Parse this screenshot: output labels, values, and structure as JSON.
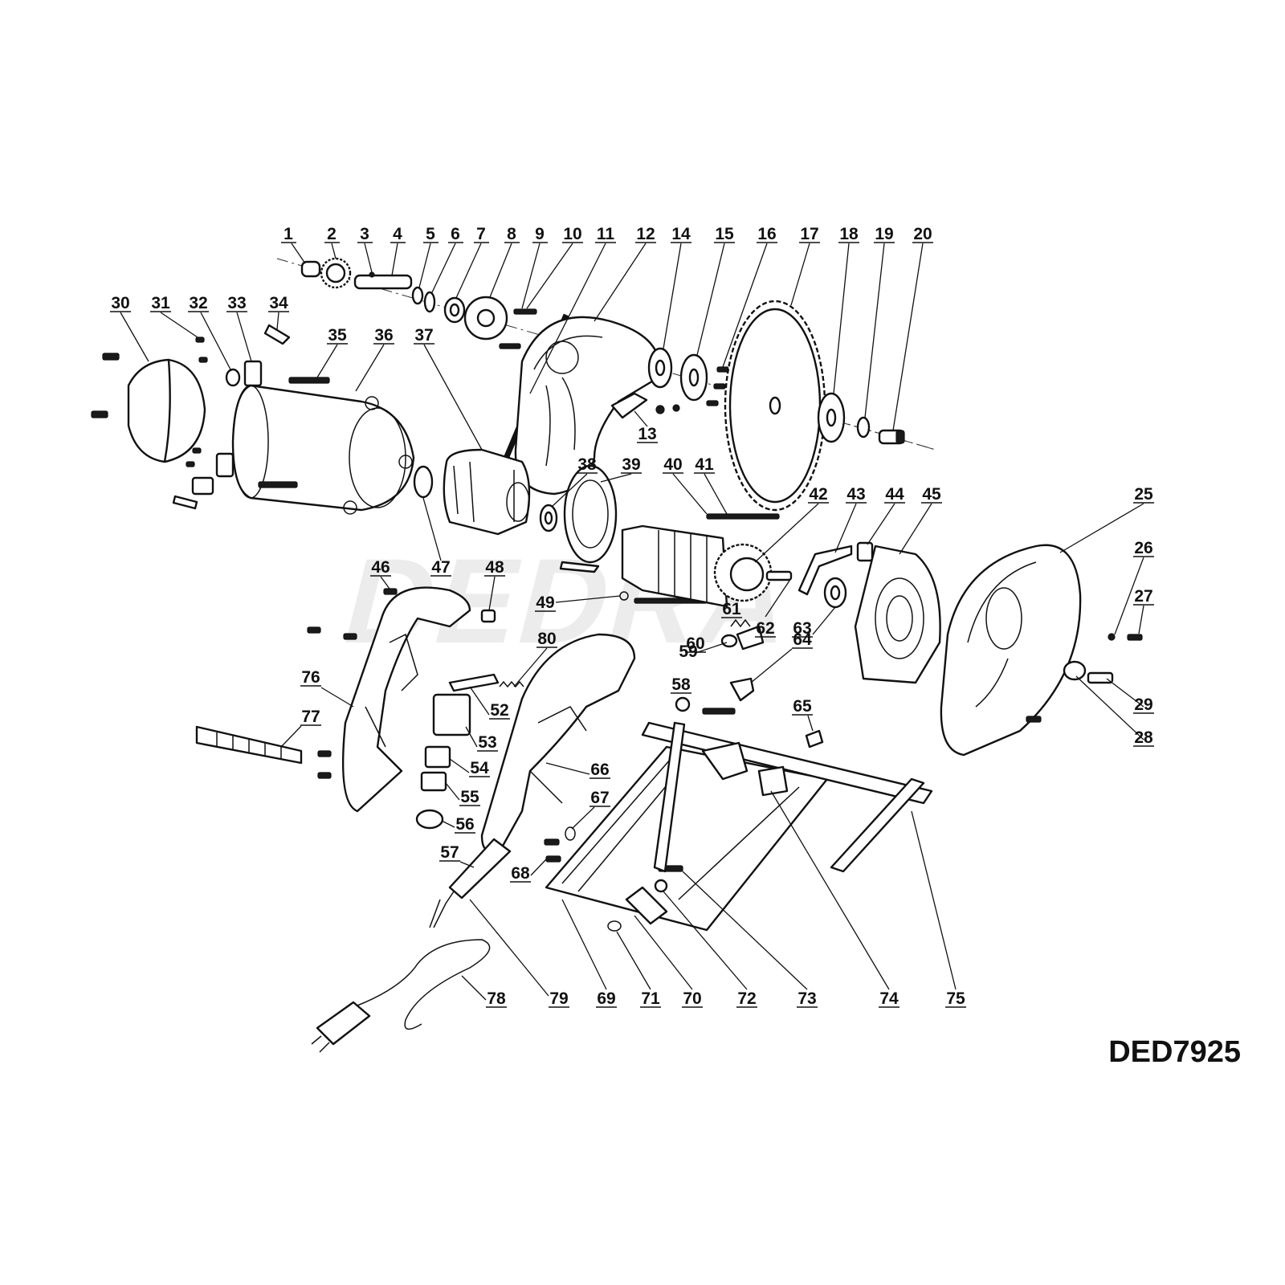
{
  "watermark": "DEDRA",
  "model": "DED7925",
  "callouts": [
    "1",
    "2",
    "3",
    "4",
    "5",
    "6",
    "7",
    "8",
    "9",
    "10",
    "11",
    "12",
    "13",
    "14",
    "15",
    "16",
    "17",
    "18",
    "19",
    "20",
    "25",
    "26",
    "27",
    "28",
    "29",
    "30",
    "31",
    "32",
    "33",
    "34",
    "35",
    "36",
    "37",
    "38",
    "39",
    "40",
    "41",
    "42",
    "43",
    "44",
    "45",
    "46",
    "47",
    "48",
    "49",
    "52",
    "53",
    "54",
    "55",
    "56",
    "57",
    "58",
    "59",
    "60",
    "61",
    "62",
    "63",
    "64",
    "65",
    "66",
    "67",
    "68",
    "69",
    "70",
    "71",
    "72",
    "73",
    "74",
    "75",
    "76",
    "77",
    "78",
    "79",
    "80"
  ],
  "colors": {
    "ink": "#111111",
    "watermark": "#ececec",
    "background": "#ffffff"
  }
}
